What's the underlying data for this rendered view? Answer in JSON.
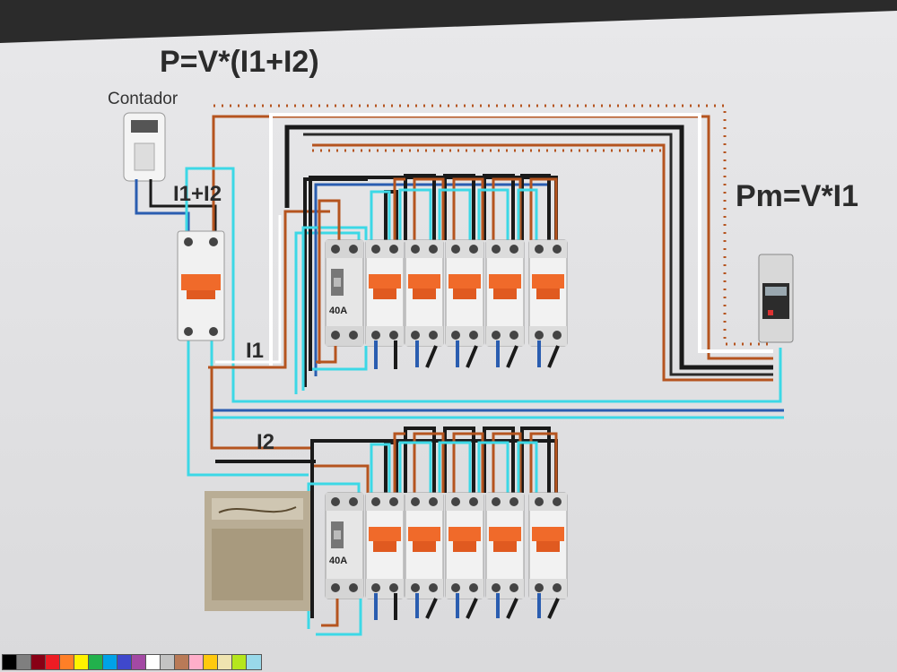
{
  "diagram": {
    "formula_main": "P=V*(I1+I2)",
    "counter_label": "Contador",
    "label_total_current": "I1+I2",
    "label_i1": "I1",
    "label_i2": "I2",
    "formula_submeter": "Pm=V*I1",
    "breaker_rating_top": "40A",
    "breaker_rating_bottom": "40A"
  },
  "colors": {
    "phase_brown": "#b5541f",
    "neutral_blue": "#2a5db0",
    "neutral_cyan": "#3cd8e6",
    "ground_black": "#1a1a1a",
    "breaker_orange": "#f06a2a",
    "canvas_bg": "#e9e9ea"
  },
  "palette": [
    "#000000",
    "#7f7f7f",
    "#880015",
    "#ed1c24",
    "#ff7f27",
    "#fff200",
    "#22b14c",
    "#00a2e8",
    "#3f48cc",
    "#a349a4",
    "#ffffff",
    "#c3c3c3",
    "#b97a57",
    "#ffaec9",
    "#ffc90e",
    "#efe4b0",
    "#b5e61d",
    "#99d9ea"
  ]
}
